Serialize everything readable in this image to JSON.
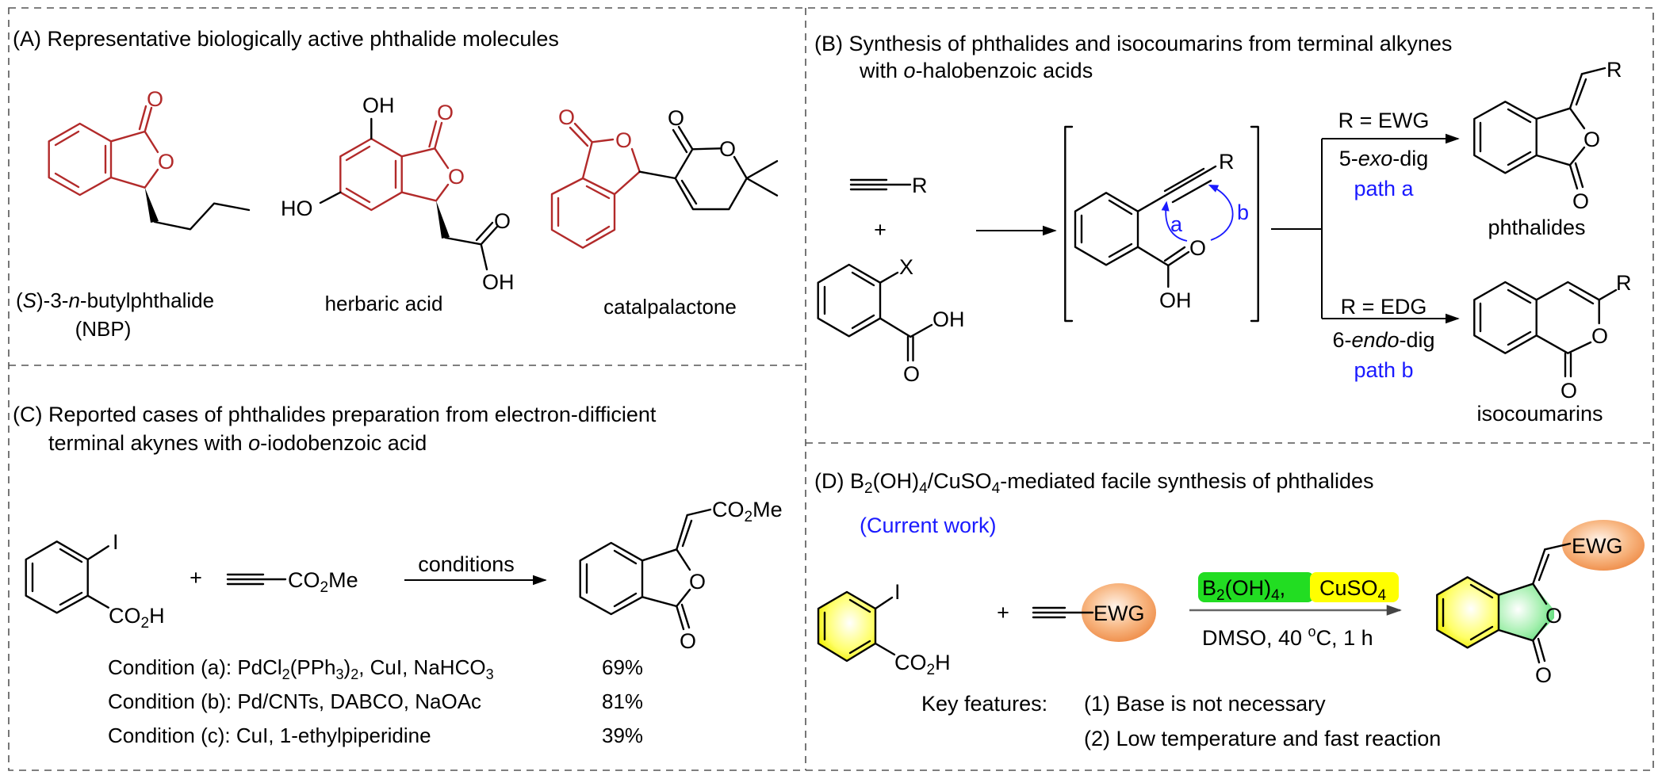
{
  "panels": {
    "A": {
      "title": "(A) Representative biologically active phthalide molecules",
      "molecules": [
        {
          "name_prefix": "(",
          "name_italic_1": "S",
          "name_mid": ")-3-",
          "name_italic_2": "n",
          "name_suffix": "-butylphthalide",
          "name_line2": "(NBP)"
        },
        {
          "name": "herbaric acid"
        },
        {
          "name": "catalpalactone"
        }
      ],
      "atoms": {
        "O": "O",
        "OH": "OH",
        "HO": "HO"
      },
      "highlight_color": "#b22a2a"
    },
    "B": {
      "title_line1": "(B) Synthesis of phthalides and isocoumarins from terminal  alkynes",
      "title_line2_prefix": "with ",
      "title_line2_italic": "o",
      "title_line2_suffix": "-halobenzoic acids",
      "reactant_alkyne_R": "R",
      "plus": "+",
      "reactant_X": "X",
      "reactant_OH": "OH",
      "reactant_O": "O",
      "intermediate": {
        "R": "R",
        "O": "O",
        "OH": "OH",
        "arrow_a": "a",
        "arrow_b": "b"
      },
      "upper_path": {
        "condition": "R = EWG",
        "mode_prefix": "5-",
        "mode_italic": "exo",
        "mode_suffix": "-dig",
        "path": "path a",
        "product": "phthalides"
      },
      "lower_path": {
        "condition": "R = EDG",
        "mode_prefix": "6-",
        "mode_italic": "endo",
        "mode_suffix": "-dig",
        "path": "path b",
        "product": "isocoumarins"
      },
      "path_color": "#1a1aff"
    },
    "C": {
      "title_line1": "(C) Reported cases of phthalides preparation from electron-difficient",
      "title_line2_prefix": "terminal akynes with ",
      "title_line2_italic": "o",
      "title_line2_suffix": "-iodobenzoic acid",
      "reactant_I": "I",
      "reactant_CO2H": {
        "main": "CO",
        "sub": "2",
        "end": "H"
      },
      "plus": "+",
      "alkyne_group": {
        "main": "CO",
        "sub": "2",
        "end": "Me"
      },
      "arrow_label": "conditions",
      "product_group": {
        "main": "CO",
        "sub": "2",
        "end": "Me"
      },
      "product_O": "O",
      "conditions": [
        {
          "label": "Condition (a): ",
          "reagents": [
            {
              "t": "PdCl"
            },
            {
              "s": "2"
            },
            {
              "t": "(PPh"
            },
            {
              "s": "3"
            },
            {
              "t": ")"
            },
            {
              "s": "2"
            },
            {
              "t": ", CuI, NaHCO"
            },
            {
              "s": "3"
            }
          ],
          "yield": "69%"
        },
        {
          "label": "Condition (b): ",
          "reagents": [
            {
              "t": "Pd/CNTs, DABCO, NaOAc"
            }
          ],
          "yield": "81%"
        },
        {
          "label": "Condition (c): ",
          "reagents": [
            {
              "t": "CuI, 1-ethylpiperidine"
            }
          ],
          "yield": "39%"
        }
      ]
    },
    "D": {
      "title": {
        "p1": "(D) B",
        "s1": "2",
        "p2": "(OH)",
        "s2": "4",
        "p3": "/CuSO",
        "s3": "4",
        "p4": "-mediated facile synthesis of phthalides"
      },
      "subtitle": "(Current work)",
      "subtitle_color": "#1a1aff",
      "reactant_I": "I",
      "reactant_CO2H": {
        "main": "CO",
        "sub": "2",
        "end": "H"
      },
      "plus": "+",
      "ewg": "EWG",
      "reagent1": {
        "main": "B",
        "sub1": "2",
        "mid": "(OH)",
        "sub2": "4",
        "end": ","
      },
      "reagent2": {
        "main": "CuSO",
        "sub": "4"
      },
      "reagent1_color": "#22dd22",
      "reagent2_color": "#ffff00",
      "solvent_conditions": {
        "pre": "DMSO, 40 ",
        "sup": "o",
        "post": "C, 1 h"
      },
      "product_O": "O",
      "key_features_label": "Key features:",
      "key_features": [
        "(1) Base is not necessary",
        "(2) Low temperature and fast reaction"
      ],
      "ewg_color": "#f5a46a"
    }
  }
}
